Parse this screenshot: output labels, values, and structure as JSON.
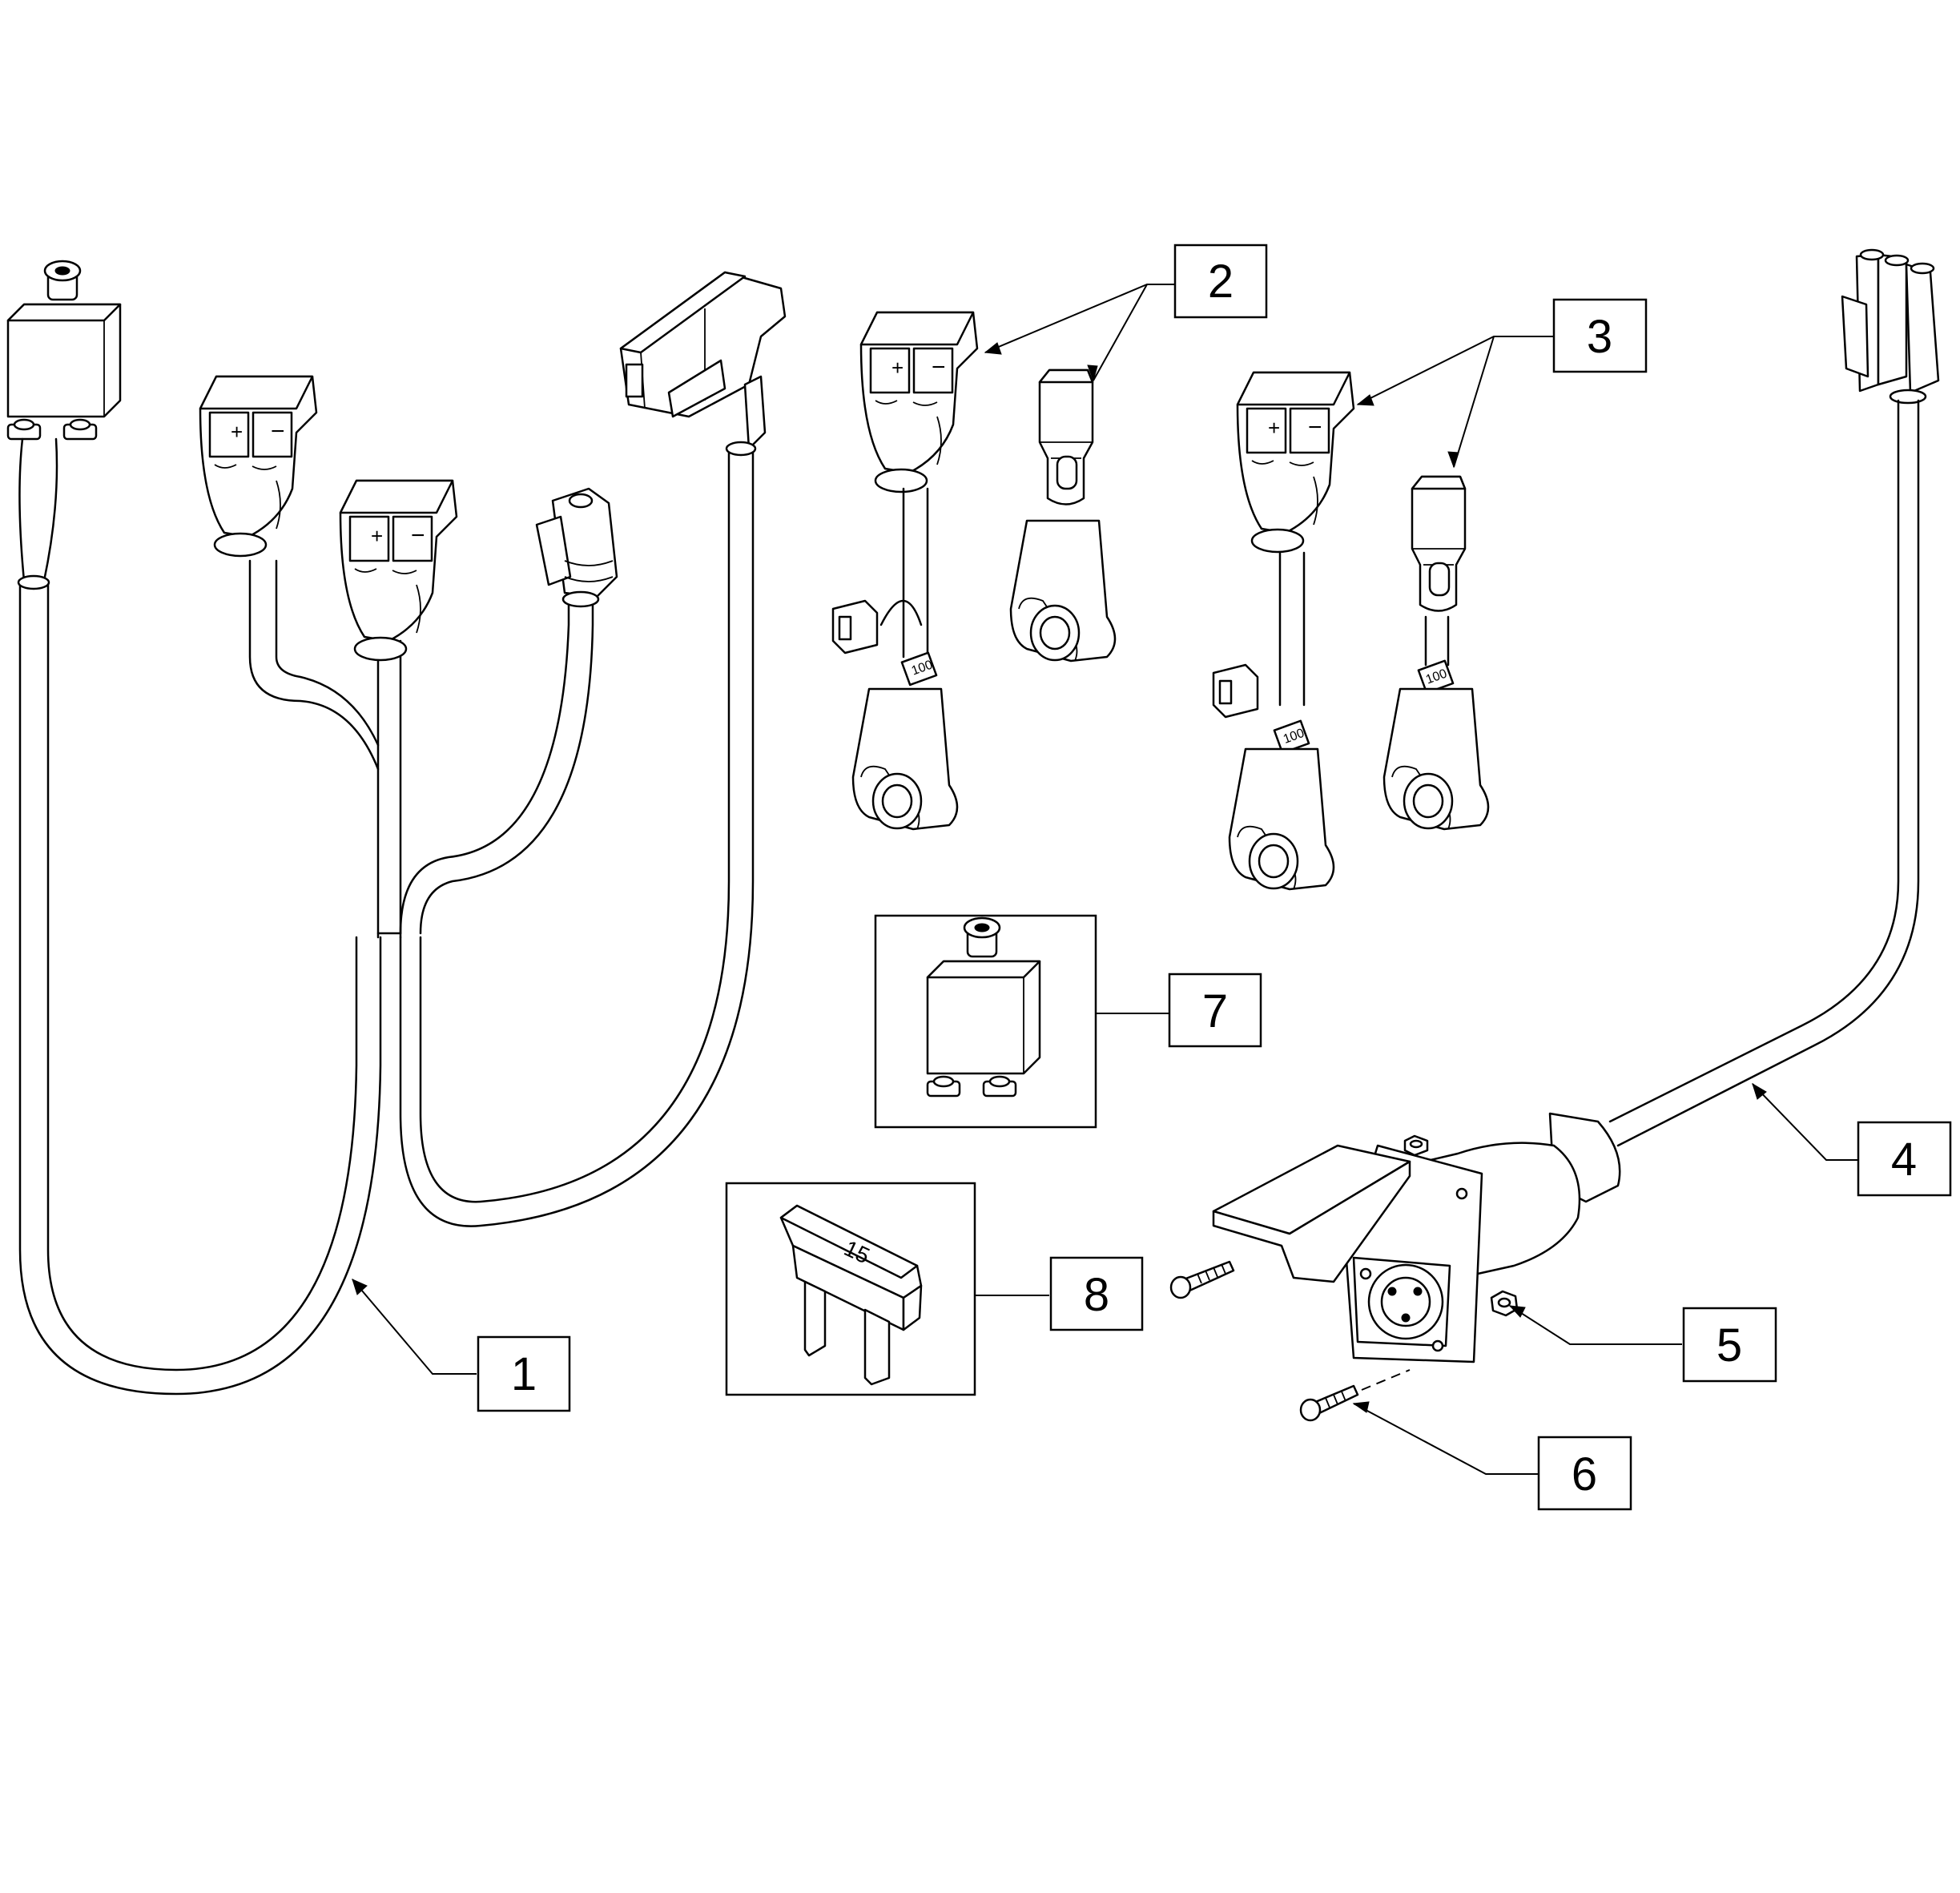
{
  "callouts": [
    {
      "id": "1",
      "text": "1"
    },
    {
      "id": "2",
      "text": "2"
    },
    {
      "id": "3",
      "text": "3"
    },
    {
      "id": "4",
      "text": "4"
    },
    {
      "id": "5",
      "text": "5"
    },
    {
      "id": "6",
      "text": "6"
    },
    {
      "id": "7",
      "text": "7"
    },
    {
      "id": "8",
      "text": "8"
    }
  ],
  "markings": {
    "positive": "+",
    "negative": "−",
    "clip_value": "100",
    "fuse_value": "15"
  },
  "icons": {
    "breaker": "circuit-breaker-icon",
    "anderson": "anderson-connector-icon",
    "xlr": "xlr-socket-icon",
    "fuse": "blade-fuse-icon"
  }
}
